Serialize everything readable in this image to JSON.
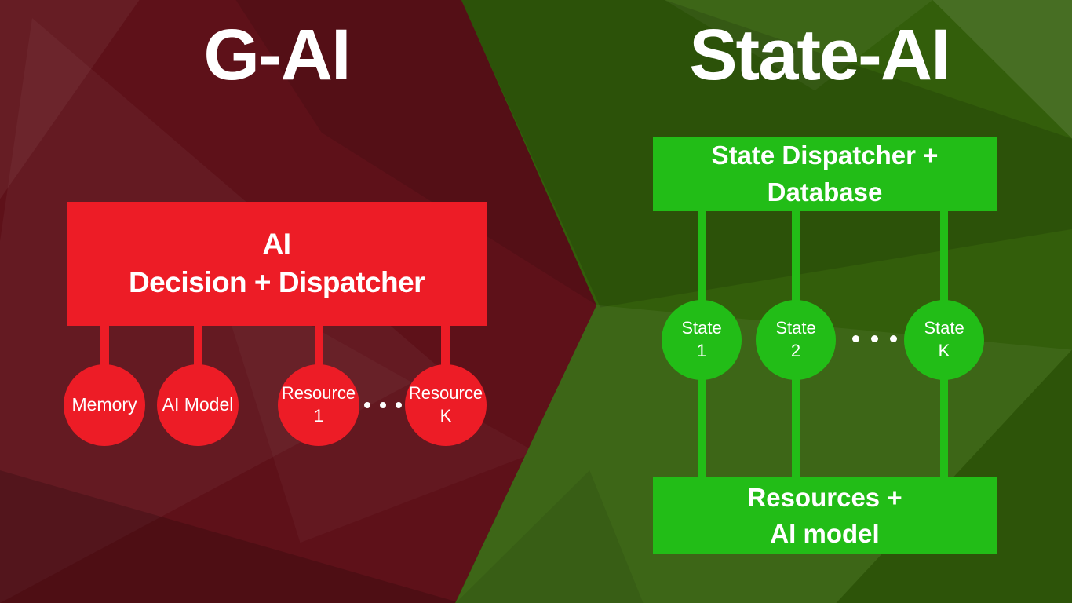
{
  "theme": {
    "red-accent": "#ED1C26",
    "red-bg": "#5E1119",
    "green-accent": "#22BD17",
    "green-bg": "#335E0B"
  },
  "left_panel": {
    "title": "G-AI",
    "dispatcher_box": {
      "line1": "AI",
      "line2": "Decision + Dispatcher"
    },
    "nodes": [
      {
        "line1": "Memory",
        "line2": ""
      },
      {
        "line1": "AI Model",
        "line2": ""
      },
      {
        "line1": "Resource",
        "line2": "1"
      },
      {
        "line1": "Resource",
        "line2": "K"
      }
    ]
  },
  "right_panel": {
    "title": "State-AI",
    "top_box": {
      "line1": "State Dispatcher +",
      "line2": "Database"
    },
    "bottom_box": {
      "line1": "Resources +",
      "line2": "AI model"
    },
    "nodes": [
      {
        "line1": "State",
        "line2": "1"
      },
      {
        "line1": "State",
        "line2": "2"
      },
      {
        "line1": "State",
        "line2": "K"
      }
    ]
  }
}
